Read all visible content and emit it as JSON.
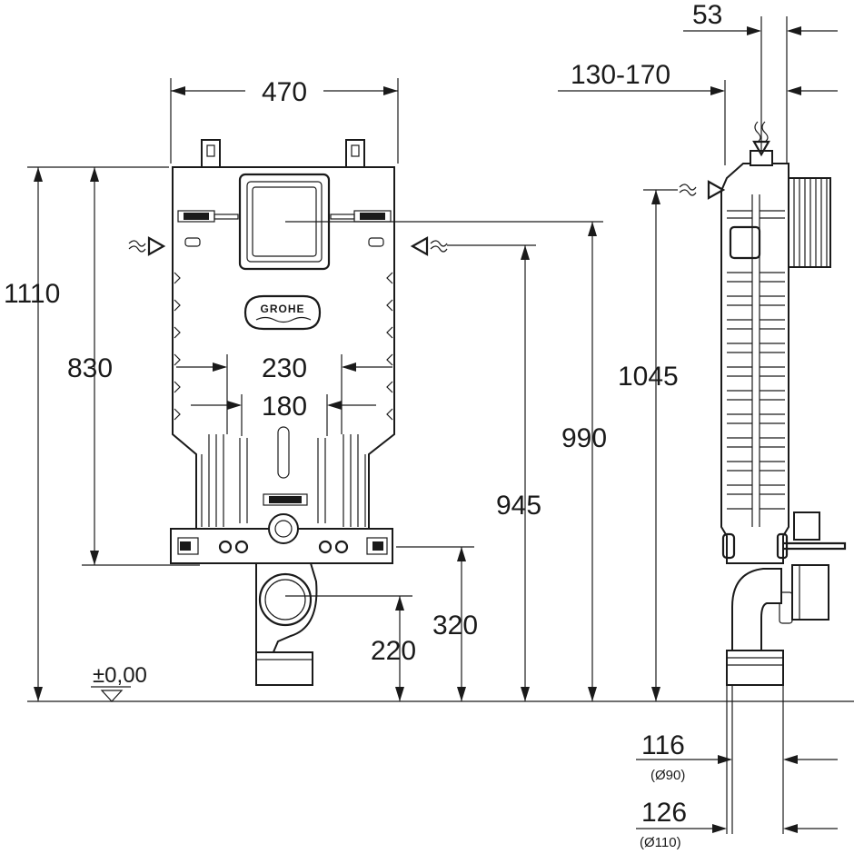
{
  "brand": {
    "logo": "GROHE"
  },
  "dimensions": {
    "width_frame": "470",
    "height_total": "1110",
    "height_830": "830",
    "height_990": "990",
    "height_945": "945",
    "height_1045": "1045",
    "height_320": "320",
    "height_220": "220",
    "spacing_230": "230",
    "spacing_180": "180",
    "depth_53": "53",
    "depth_130_170": "130-170",
    "depth_116": "116",
    "diameter_90": "(Ø90)",
    "depth_126": "126",
    "diameter_110": "(Ø110)",
    "floor_level": "±0,00"
  },
  "icons": {
    "water_inlet_left": "water-inlet-arrow-icon",
    "water_inlet_right": "water-inlet-arrow-icon",
    "floor_marker": "floor-level-triangle-icon"
  },
  "colors": {
    "line": "#1a1a1a",
    "background": "#ffffff"
  }
}
